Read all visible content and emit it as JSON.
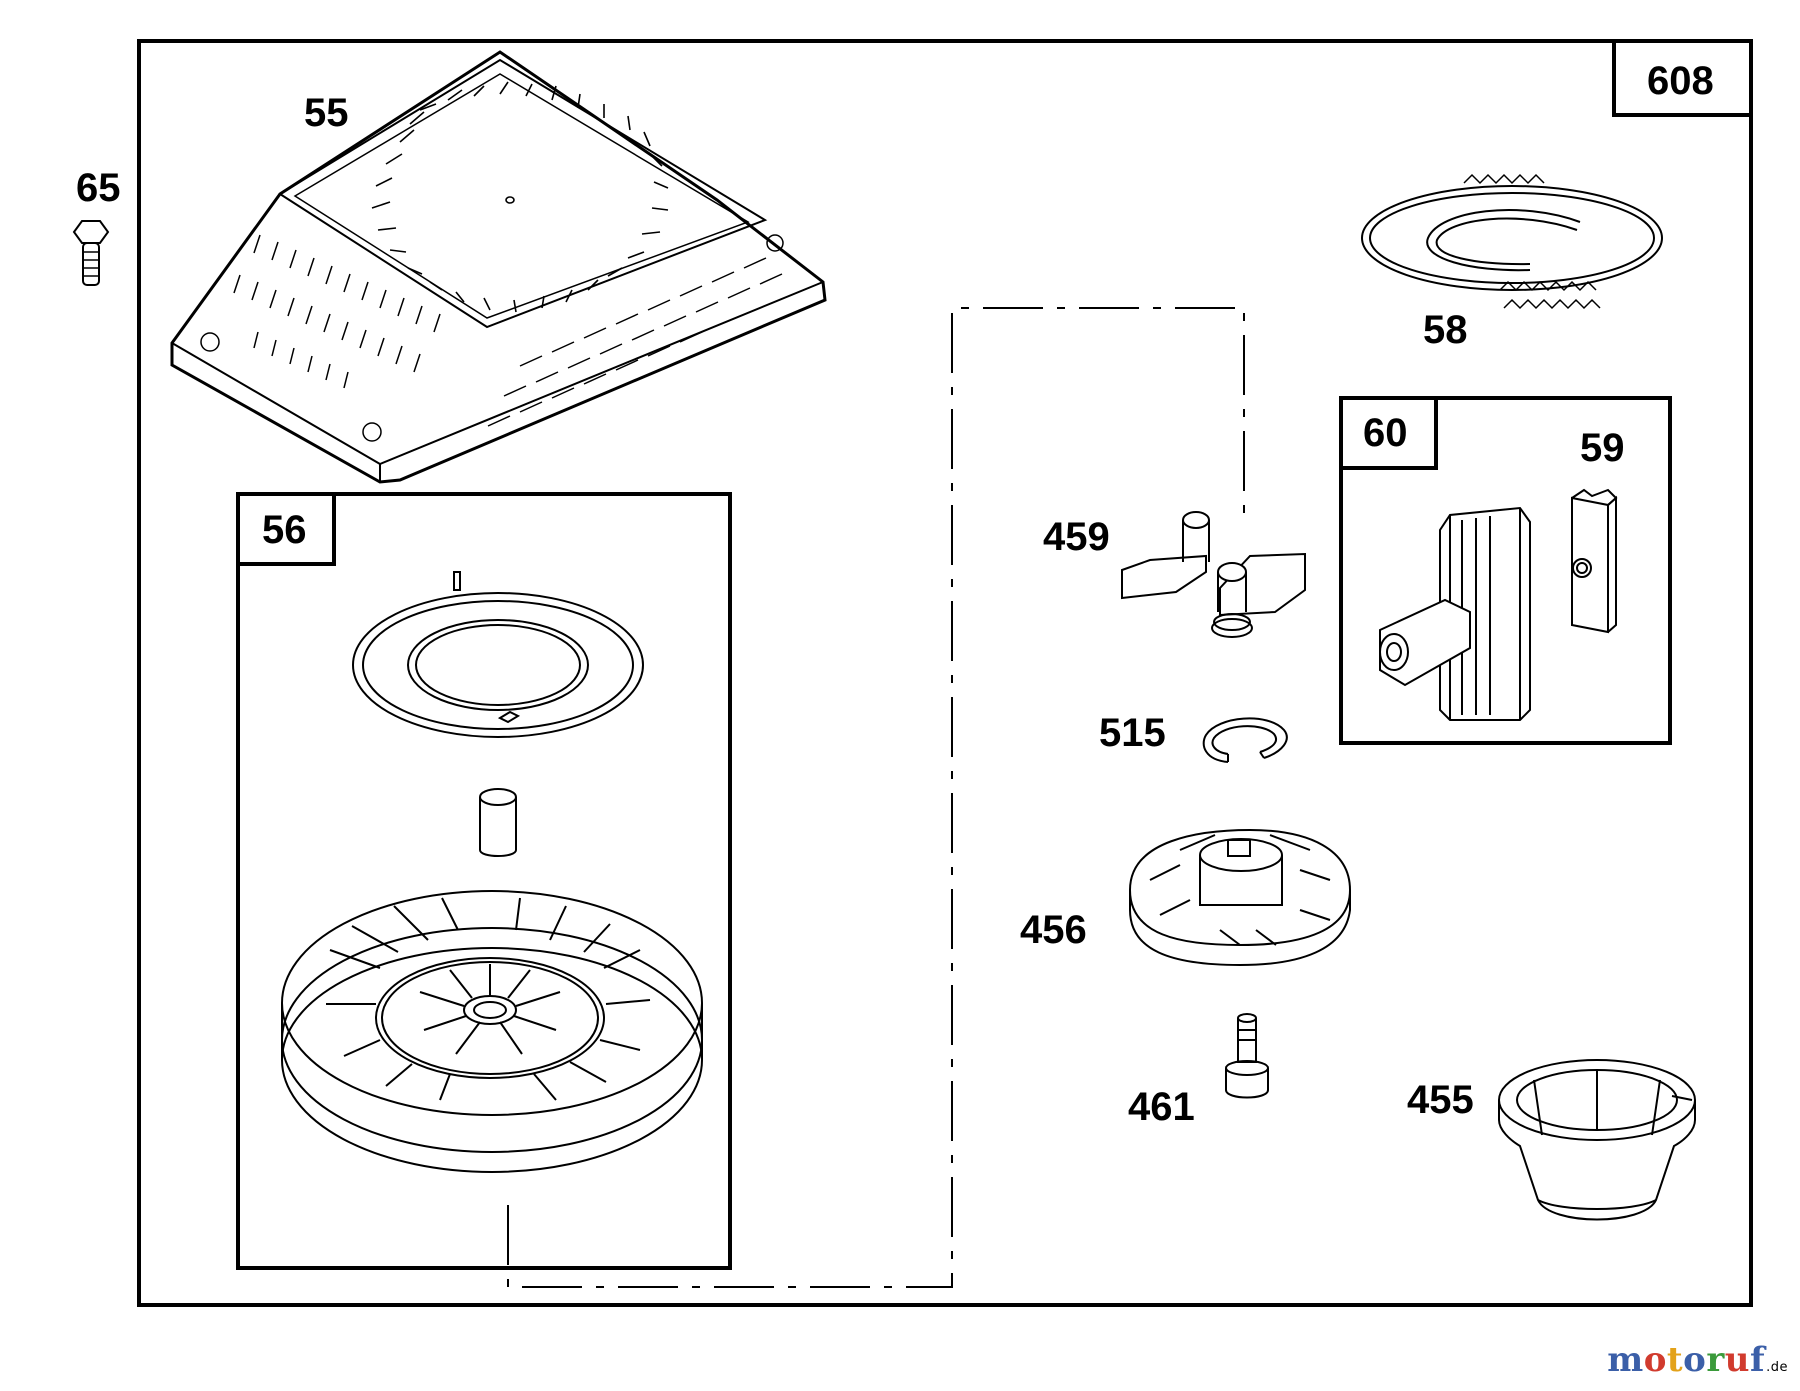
{
  "diagram": {
    "kit_label": "608",
    "parts": {
      "p55": "55",
      "p65": "65",
      "p56": "56",
      "p58": "58",
      "p60": "60",
      "p59": "59",
      "p459": "459",
      "p515": "515",
      "p456": "456",
      "p461": "461",
      "p455": "455"
    }
  },
  "watermark": {
    "text": "motoruf",
    "suffix": ".de",
    "colors": [
      "#3b5fa8",
      "#d13b2e",
      "#e3a21a",
      "#3b5fa8",
      "#3a9a3a",
      "#d13b2e",
      "#3b5fa8"
    ]
  }
}
